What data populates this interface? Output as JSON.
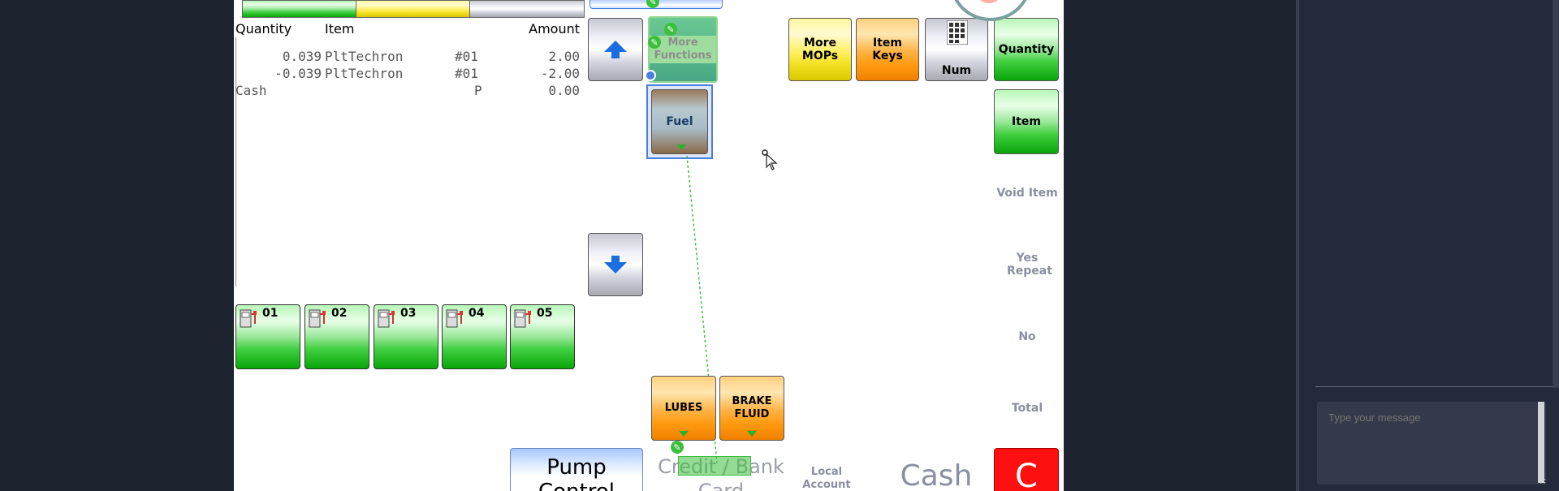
{
  "receipt": {
    "headers": {
      "quantity": "Quantity",
      "item": "Item",
      "amount": "Amount"
    },
    "lines": [
      {
        "qty": "0.039",
        "item": "PltTechron",
        "ref": "#01",
        "amount": "2.00"
      },
      {
        "qty": "-0.039",
        "item": "PltTechron",
        "ref": "#01",
        "amount": "-2.00"
      },
      {
        "qty": "Cash",
        "item": "",
        "ref": "P",
        "amount": "0.00"
      }
    ]
  },
  "pumps": [
    "01",
    "02",
    "03",
    "04",
    "05"
  ],
  "buttons": {
    "more_functions": "More Functions",
    "fuel": "Fuel",
    "more_mops": "More MOPs",
    "item_keys": "Item Keys",
    "num": "Num",
    "quantity": "Quantity",
    "item": "Item",
    "lubes": "LUBES",
    "brake_fluid": "BRAKE FLUID",
    "pump_control": "Pump Control",
    "credit_bank_card": "Credit / Bank Card",
    "local_account": "Local Account",
    "cash": "Cash",
    "clear": "C"
  },
  "static_labels": {
    "void_item": "Void Item",
    "yes_repeat": "Yes Repeat",
    "no": "No",
    "total": "Total"
  },
  "chat": {
    "placeholder": "Type your message"
  },
  "colors": {
    "accent_green": "#3cbf3c",
    "clear_red": "#ff0000",
    "selection_blue": "#4a7ee0"
  }
}
